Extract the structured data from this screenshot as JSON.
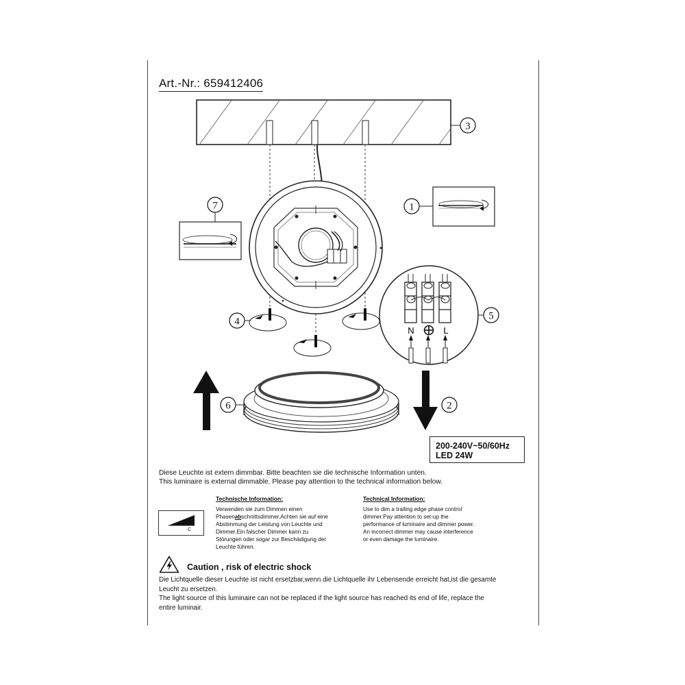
{
  "header": {
    "article_number": "Art.-Nr.: 659412406"
  },
  "steps": {
    "s1": "1",
    "s2": "2",
    "s3": "3",
    "s4": "4",
    "s5": "5",
    "s6": "6",
    "s7": "7"
  },
  "terminals": {
    "n": "N",
    "l": "L"
  },
  "specs": {
    "voltage": "200-240V~50/60Hz",
    "power": "LED 24W"
  },
  "intro": {
    "de": "Diese Leuchte ist extern dimmbar. Bitte beachten sie die technische Information unten.",
    "en": "This luminaire is external dimmable. Please pay attention to the technical information below."
  },
  "tech_de": {
    "heading": "Technische Information:",
    "line1": "Verwenden sie zum Dimmen einen",
    "line2_pre": "Phasen",
    "line2_bold": "ab",
    "line2_post": "schnittsdimmer.Achten sie auf eine",
    "line3": "Abstimmung der Leistung von Leuchte und",
    "line4": "Dimmer.Ein falscher Dimmer kann zu",
    "line5": "Störungen oder sogar zur Beschädigung der",
    "line6": "Leuchte führen."
  },
  "tech_en": {
    "heading": "Technical Information:",
    "line1": "Use to dim a trailing edge phase control",
    "line2": "dimmer.Pay attention to set-up the",
    "line3": "performance of luminaire and dimmer power.",
    "line4": "An incorrect dimmer may cause interference",
    "line5": "or even damage the luminaire."
  },
  "dimmer_symbol": {
    "label": "C"
  },
  "caution": {
    "title": "Caution , risk of electric shock",
    "de_line1": "Die Lichtquelle dieser Leuchte ist nicht ersetzbar,wenn die Lichtquelle ihr Lebensende erreicht hat,ist die gesamte",
    "de_line2": "Leucht zu ersetzen.",
    "en_line1": "The light source of this luminaire can not be replaced if the light source has reached its end of life, replace the",
    "en_line2": "entire luminair."
  },
  "icons": [
    "warning-electric-icon",
    "dimmer-symbol-icon",
    "earth-ground-icon"
  ],
  "colors": {
    "ink": "#111111",
    "paper": "#ffffff"
  }
}
